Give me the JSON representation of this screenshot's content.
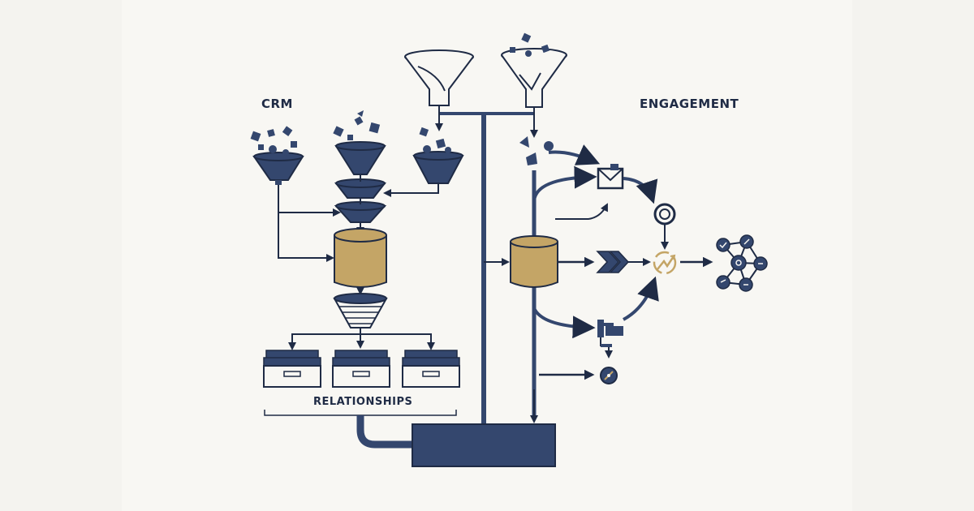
{
  "labels": {
    "left": "CRM",
    "right": "ENGAGEMENT",
    "bottom": "RELATIONSHIPS"
  },
  "colors": {
    "navy": "#34476e",
    "ink": "#1f2b45",
    "gold": "#c4a566",
    "background": "#f8f7f3"
  },
  "icons": [
    "funnel-icon",
    "database-icon",
    "inbox-tray-icon",
    "envelope-icon",
    "chevron-arrow-icon",
    "cycle-icon",
    "network-icon",
    "compass-icon"
  ]
}
